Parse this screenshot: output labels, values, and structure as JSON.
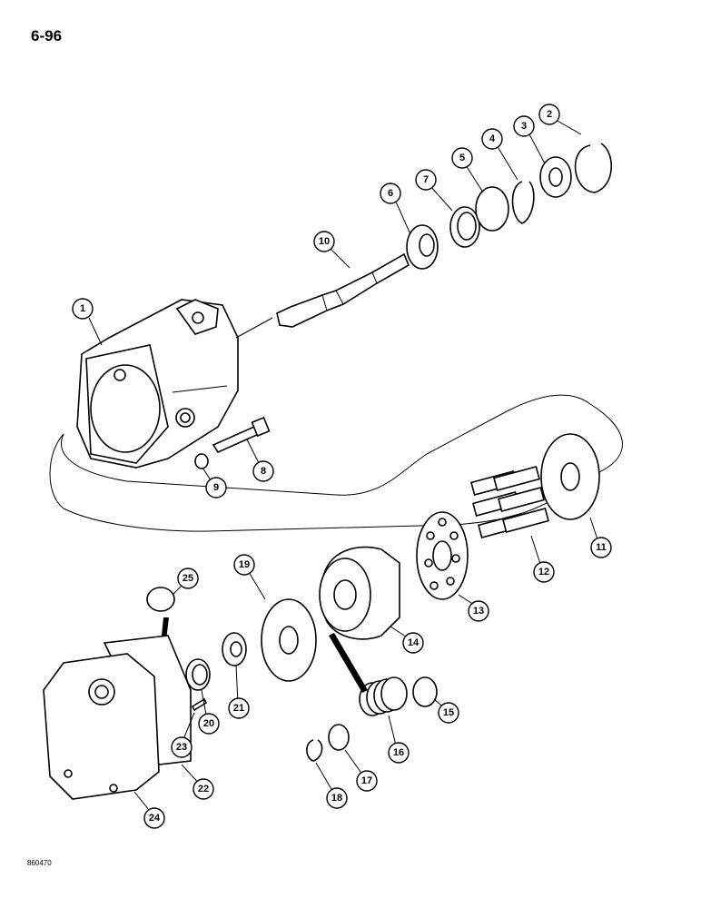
{
  "page_number": "6-96",
  "figure_number": "860470",
  "callouts": [
    {
      "label": "1"
    },
    {
      "label": "2"
    },
    {
      "label": "3"
    },
    {
      "label": "4"
    },
    {
      "label": "5"
    },
    {
      "label": "6"
    },
    {
      "label": "7"
    },
    {
      "label": "8"
    },
    {
      "label": "9"
    },
    {
      "label": "10"
    },
    {
      "label": "11"
    },
    {
      "label": "12"
    },
    {
      "label": "13"
    },
    {
      "label": "14"
    },
    {
      "label": "15"
    },
    {
      "label": "16"
    },
    {
      "label": "17"
    },
    {
      "label": "18"
    },
    {
      "label": "19"
    },
    {
      "label": "20"
    },
    {
      "label": "21"
    },
    {
      "label": "22"
    },
    {
      "label": "23"
    },
    {
      "label": "24"
    },
    {
      "label": "25"
    }
  ]
}
